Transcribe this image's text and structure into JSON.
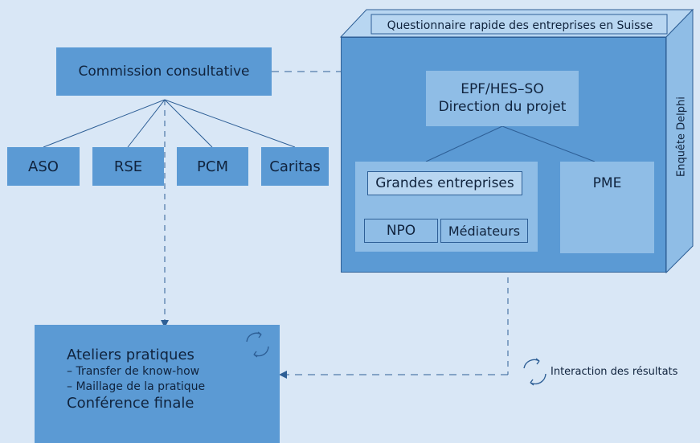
{
  "diagram": {
    "commission": "Commission consultative",
    "stakeholders": [
      "ASO",
      "RSE",
      "PCM",
      "Caritas"
    ],
    "block": {
      "top_label": "Questionnaire rapide des entreprises en Suisse",
      "side_label": "Enquête Delphi",
      "direction_line1": "EPF/HES–SO",
      "direction_line2": "Direction du projet",
      "grandes": "Grandes entreprises",
      "npo": "NPO",
      "mediateurs": "Médiateurs",
      "pme": "PME"
    },
    "ateliers": {
      "title": "Ateliers pratiques",
      "item1": "– Transfer de know-how",
      "item2": "– Maillage de la pratique",
      "final": "Conférence finale"
    },
    "interaction": "Interaction des résultats"
  },
  "colors": {
    "background": "#d9e7f6",
    "box": "#5b9ad4",
    "box_light": "#8fbde6",
    "line": "#2e5f96"
  }
}
